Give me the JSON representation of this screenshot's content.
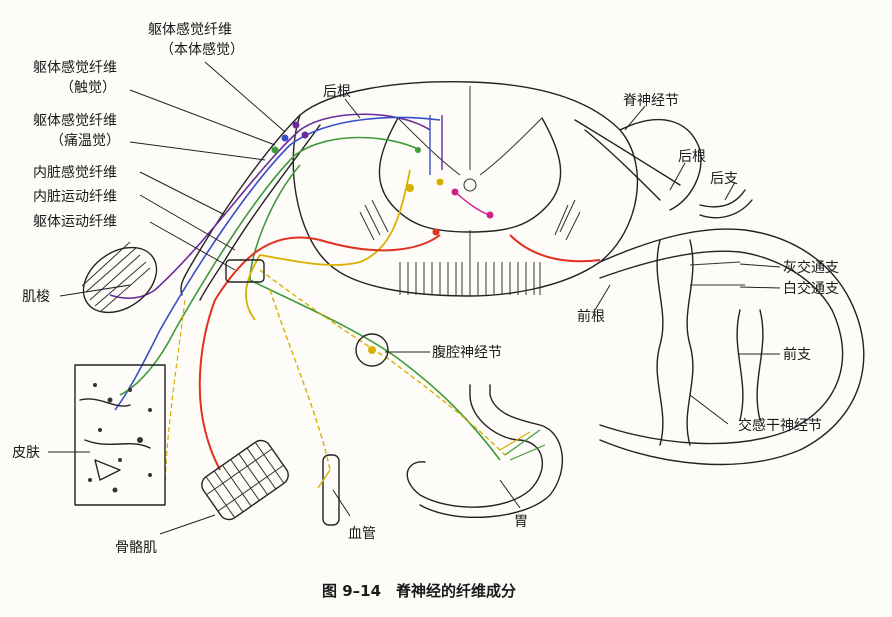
{
  "labels": {
    "somatic_sensory_proprio": "躯体感觉纤维",
    "somatic_sensory_proprio_sub": "（本体感觉）",
    "somatic_sensory_touch": "躯体感觉纤维",
    "somatic_sensory_touch_sub": "（触觉）",
    "somatic_sensory_pain": "躯体感觉纤维",
    "somatic_sensory_pain_sub": "（痛温觉）",
    "visceral_sensory": "内脏感觉纤维",
    "visceral_motor": "内脏运动纤维",
    "somatic_motor": "躯体运动纤维",
    "muscle_spindle": "肌梭",
    "skin": "皮肤",
    "skeletal_muscle": "骨骼肌",
    "blood_vessel": "血管",
    "stomach": "胃",
    "celiac_ganglion": "腹腔神经节",
    "posterior_root_top": "后根",
    "spinal_ganglion": "脊神经节",
    "posterior_root_right": "后根",
    "posterior_ramus": "后支",
    "gray_ramus": "灰交通支",
    "white_ramus": "白交通支",
    "anterior_root": "前根",
    "anterior_ramus": "前支",
    "sympathetic_trunk_ganglion": "交感干神经节"
  },
  "caption": "图 9–14　脊神经的纤维成分",
  "colors": {
    "blue": "#3b4fc4",
    "purple": "#6a2a9a",
    "green": "#3f9a3a",
    "yellow": "#d8b000",
    "red": "#e0321e",
    "pink": "#d0208a",
    "ink": "#222222"
  }
}
